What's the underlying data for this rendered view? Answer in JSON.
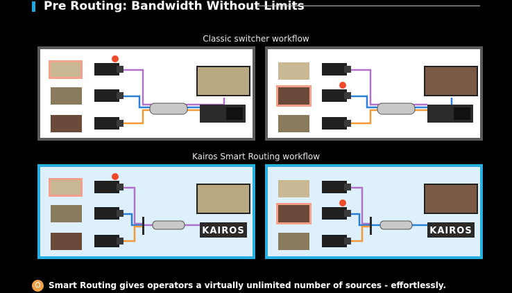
{
  "header": {
    "title": "Pre Routing: Bandwidth Without Limits"
  },
  "sections": {
    "classic_label": "Classic switcher workflow",
    "smart_label": "Kairos Smart Routing workflow"
  },
  "logos": {
    "kairos": "KAIROS"
  },
  "footer": {
    "text": "Smart Routing gives operators a virtually unlimited number of sources - effortlessly.",
    "icon": "lightbulb-icon"
  },
  "colors": {
    "accent": "#1ba7e0",
    "route_purple": "#b071c9",
    "route_blue": "#2a7fd8",
    "route_orange": "#f29a38",
    "live_highlight": "#f0623a"
  }
}
